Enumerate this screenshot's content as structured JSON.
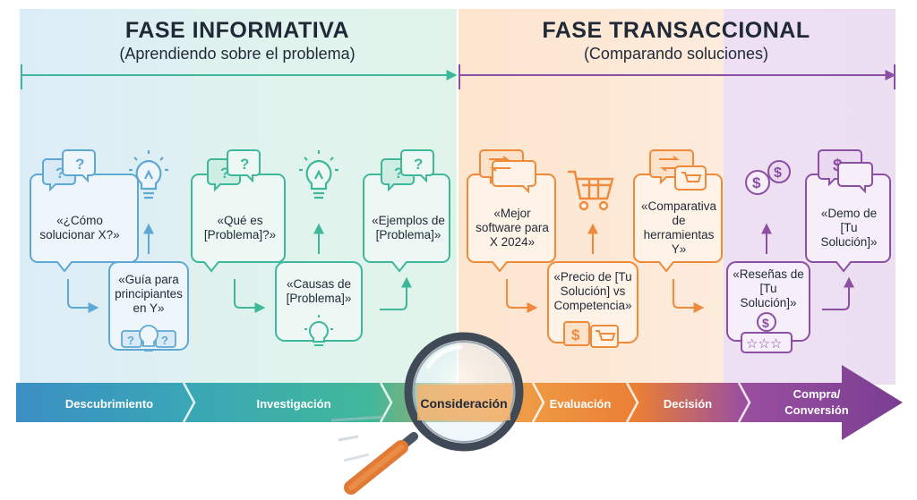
{
  "phases": [
    {
      "title": "FASE INFORMATIVA",
      "subtitle": "(Aprendiendo sobre el problema)"
    },
    {
      "title": "FASE TRANSACCIONAL",
      "subtitle": "(Comparando soluciones)"
    }
  ],
  "cards": [
    {
      "text": "«¿Cómo solucionar X?»"
    },
    {
      "text": "«Guía para principiantes en Y»"
    },
    {
      "text": "«Qué es [Problema]?»"
    },
    {
      "text": "«Causas de [Problema]»"
    },
    {
      "text": "«Ejemplos de [Problema]»"
    },
    {
      "text": "«Mejor software para X 2024»"
    },
    {
      "text": "«Precio de [Tu Solución] vs Competencia»"
    },
    {
      "text": "«Comparativa de herramientas Y»"
    },
    {
      "text": "«Reseñas de [Tu Solución]»"
    },
    {
      "text": "«Demo de [Tu Solución]»"
    }
  ],
  "stages": [
    {
      "label": "Descubrimiento"
    },
    {
      "label": "Investigación"
    },
    {
      "label": "Consideración"
    },
    {
      "label": "Evaluación"
    },
    {
      "label": "Decisión"
    },
    {
      "label": "Compra/",
      "label2": "Conversión"
    }
  ],
  "colors": {
    "blue": "#5fa8d3",
    "teal": "#3fb79a",
    "orange": "#ee8a3a",
    "purple": "#8b4fa3",
    "band_blue": "#dcedf7",
    "band_green": "#def3ea",
    "band_orange": "#fde7d3",
    "band_purple": "#ecdff2"
  }
}
